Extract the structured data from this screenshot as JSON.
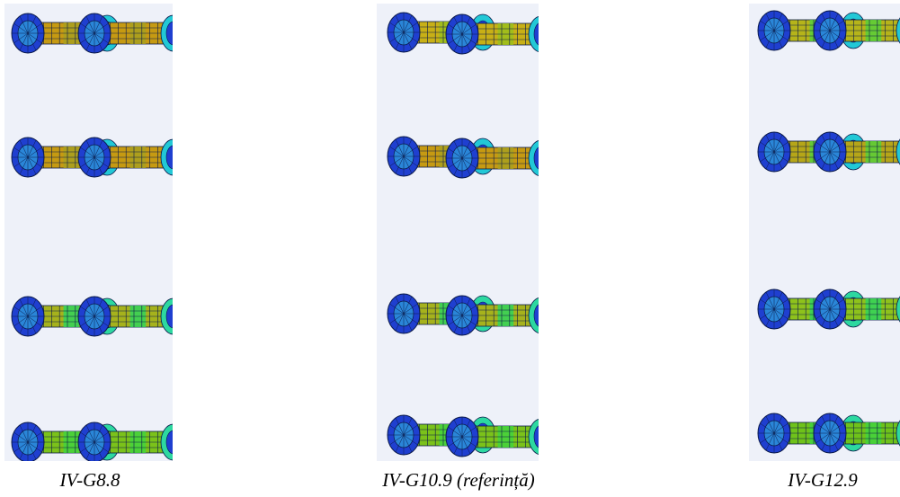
{
  "figure": {
    "panels": [
      {
        "caption": "IV-G8.8",
        "bolt_rows": [
          {
            "shaft_color": "#c69a12",
            "mid_color": "#a8a020",
            "end_color": "#22c8d6"
          },
          {
            "shaft_color": "#c69a12",
            "mid_color": "#a8a020",
            "end_color": "#22c8d6"
          },
          {
            "shaft_color": "#a6b21c",
            "mid_color": "#31d35a",
            "end_color": "#2dd8a0"
          },
          {
            "shaft_color": "#7bc21a",
            "mid_color": "#43d33e",
            "end_color": "#2dd8a0"
          }
        ]
      },
      {
        "caption": "IV-G10.9 (referință)",
        "bolt_rows": [
          {
            "shaft_color": "#c8b016",
            "mid_color": "#9bc01c",
            "end_color": "#22c8d6"
          },
          {
            "shaft_color": "#c69a12",
            "mid_color": "#a8a020",
            "end_color": "#22c8d6"
          },
          {
            "shaft_color": "#a6b21c",
            "mid_color": "#31d35a",
            "end_color": "#2dd8a0"
          },
          {
            "shaft_color": "#7bc21a",
            "mid_color": "#43d33e",
            "end_color": "#2dd8a0"
          }
        ]
      },
      {
        "caption": "IV-G12.9",
        "bolt_rows": [
          {
            "shaft_color": "#b6b41a",
            "mid_color": "#58cf3a",
            "end_color": "#22c8d6"
          },
          {
            "shaft_color": "#b6a618",
            "mid_color": "#58cf3a",
            "end_color": "#22c8d6"
          },
          {
            "shaft_color": "#8ec21c",
            "mid_color": "#31d35a",
            "end_color": "#2dd8a0"
          },
          {
            "shaft_color": "#6fc21a",
            "mid_color": "#43d33e",
            "end_color": "#2dd8a0"
          }
        ]
      }
    ],
    "colors": {
      "panel_background": "#eef1f9",
      "head_outer": "#1f3fd0",
      "head_inner": "#2a86d8",
      "mesh_line": "#0b1a4a"
    }
  }
}
